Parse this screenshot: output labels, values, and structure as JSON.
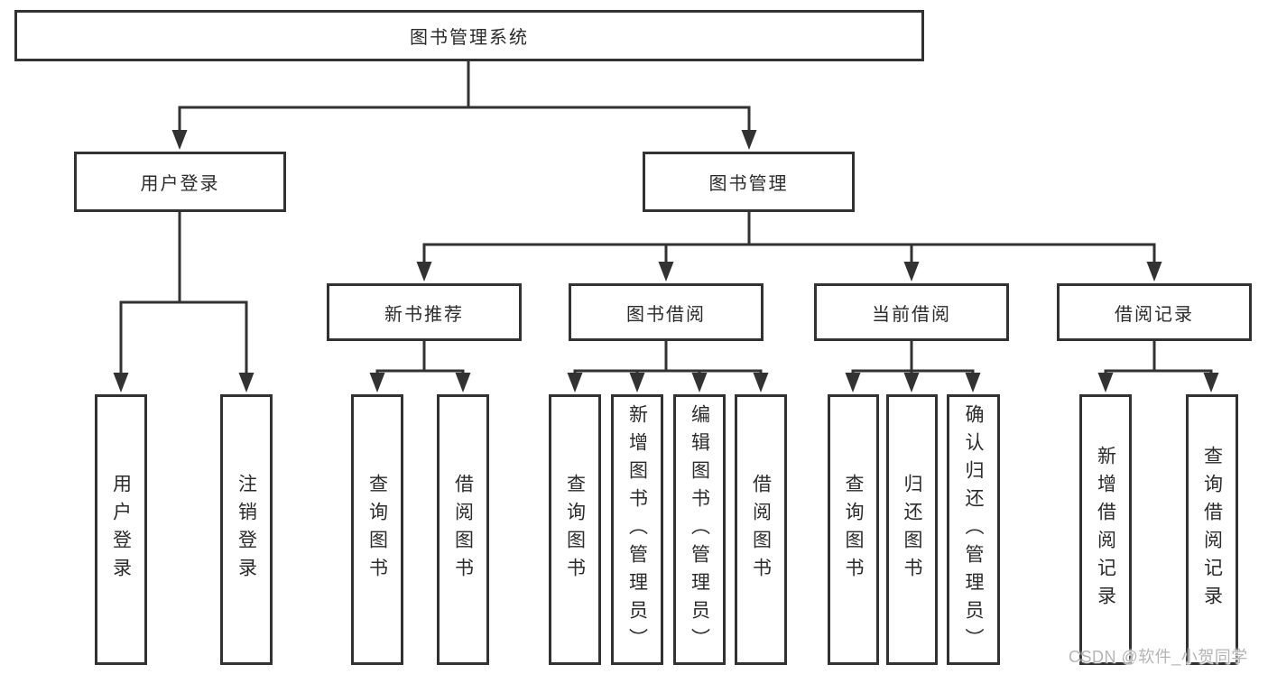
{
  "tree": {
    "root": {
      "label": "图书管理系统"
    },
    "branches": [
      {
        "label": "用户登录",
        "children": [
          {
            "label": "用户登录"
          },
          {
            "label": "注销登录"
          }
        ]
      },
      {
        "label": "图书管理",
        "children": [
          {
            "label": "新书推荐",
            "children": [
              {
                "label": "查询图书"
              },
              {
                "label": "借阅图书"
              }
            ]
          },
          {
            "label": "图书借阅",
            "children": [
              {
                "label": "查询图书"
              },
              {
                "label": "新增图书（管理员）"
              },
              {
                "label": "编辑图书（管理员）"
              },
              {
                "label": "借阅图书"
              }
            ]
          },
          {
            "label": "当前借阅",
            "children": [
              {
                "label": "查询图书"
              },
              {
                "label": "归还图书"
              },
              {
                "label": "确认归还（管理员）"
              }
            ]
          },
          {
            "label": "借阅记录",
            "children": [
              {
                "label": "新增借阅记录"
              },
              {
                "label": "查询借阅记录"
              }
            ]
          }
        ]
      }
    ]
  },
  "watermark": {
    "text": "CSDN @软件_小贺同学"
  },
  "colors": {
    "line": "#323232",
    "box_border": "#323232",
    "text": "#2b2b2b",
    "background": "#ffffff",
    "watermark": "#b5b5b5"
  }
}
